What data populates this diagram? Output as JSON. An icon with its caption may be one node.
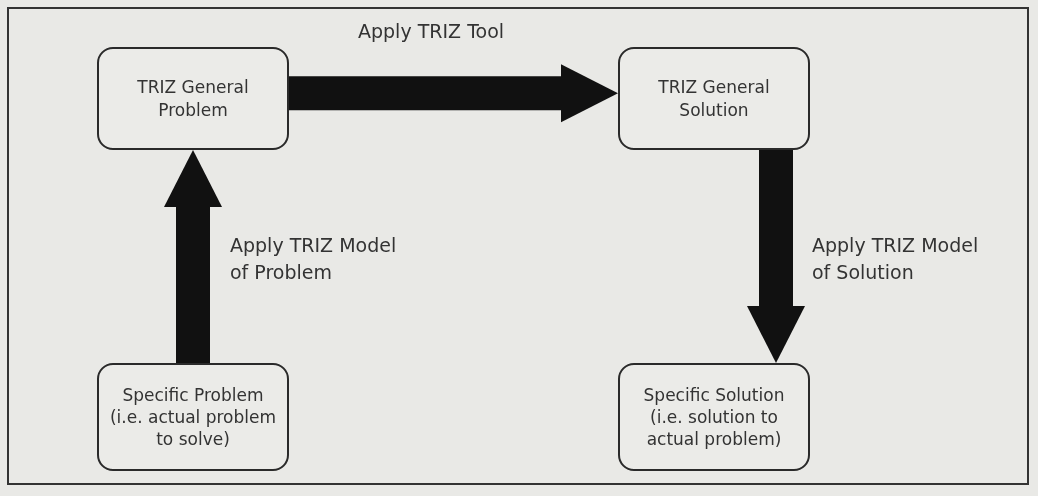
{
  "diagram": {
    "nodes": [
      {
        "text": [
          "TRIZ General Problem"
        ]
      },
      {
        "text": [
          "TRIZ General Solution"
        ]
      },
      {
        "text": [
          "Specific Problem (i.e. actual problem to solve)"
        ]
      },
      {
        "text": [
          "Specific Solution (i.e. solution to actual problem)"
        ]
      }
    ],
    "edges": [
      {
        "from": 0,
        "to": 1,
        "arrow": "to",
        "label": "Apply TRIZ Tool"
      },
      {
        "from": 2,
        "to": 0,
        "arrow": "to",
        "label": "Apply TRIZ Model of Problem"
      },
      {
        "from": 1,
        "to": 3,
        "arrow": "to",
        "label": "Apply TRIZ Model of Solution"
      }
    ]
  }
}
